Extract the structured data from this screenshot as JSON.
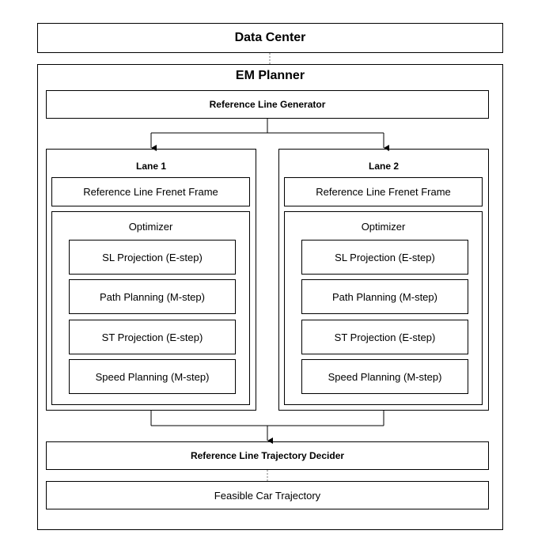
{
  "data_center": {
    "label": "Data Center"
  },
  "em_planner": {
    "title": "EM Planner",
    "reference_line_generator": "Reference Line Generator",
    "lanes": [
      {
        "title": "Lane 1",
        "frenet_frame": "Reference Line Frenet Frame",
        "optimizer": {
          "title": "Optimizer",
          "steps": [
            "SL Projection (E-step)",
            "Path Planning (M-step)",
            "ST Projection (E-step)",
            "Speed Planning (M-step)"
          ]
        }
      },
      {
        "title": "Lane 2",
        "frenet_frame": "Reference Line Frenet Frame",
        "optimizer": {
          "title": "Optimizer",
          "steps": [
            "SL Projection (E-step)",
            "Path Planning (M-step)",
            "ST Projection (E-step)",
            "Speed Planning (M-step)"
          ]
        }
      }
    ],
    "trajectory_decider": "Reference Line Trajectory Decider",
    "feasible_trajectory": "Feasible Car Trajectory"
  }
}
